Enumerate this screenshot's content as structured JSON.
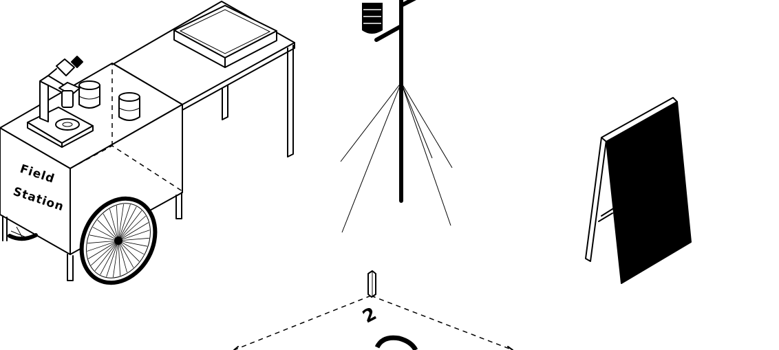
{
  "cart": {
    "label_line1": "Field",
    "label_line2": "Station"
  },
  "plot": {
    "marker_number": "2"
  }
}
